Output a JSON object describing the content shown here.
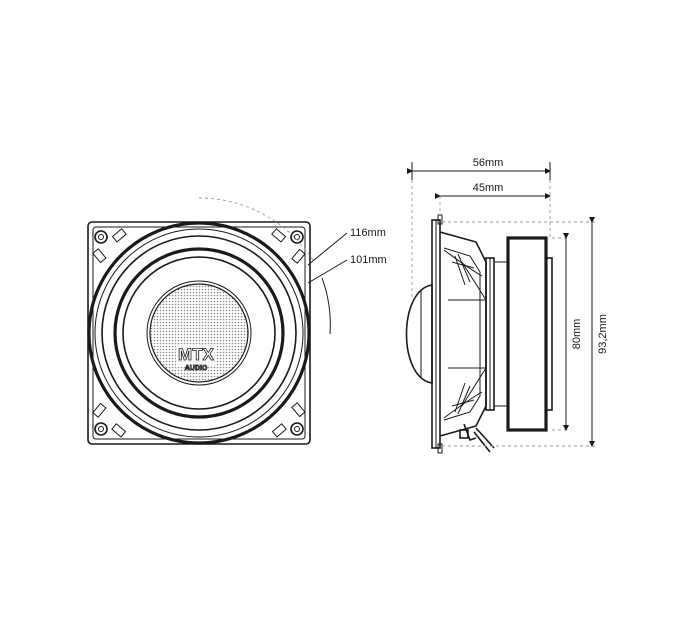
{
  "front_view": {
    "brand_logo": "MTX",
    "brand_sub": "AUDIO",
    "dim_outer": "116mm",
    "dim_inner": "101mm"
  },
  "side_view": {
    "dim_depth_total": "56mm",
    "dim_depth_mount": "45mm",
    "dim_magnet_height": "80mm",
    "dim_frame_height": "93,2mm"
  },
  "colors": {
    "line": "#1a1a1a",
    "dash": "#9a9a9a",
    "grille": "#d8d8d8",
    "background": "#ffffff"
  }
}
